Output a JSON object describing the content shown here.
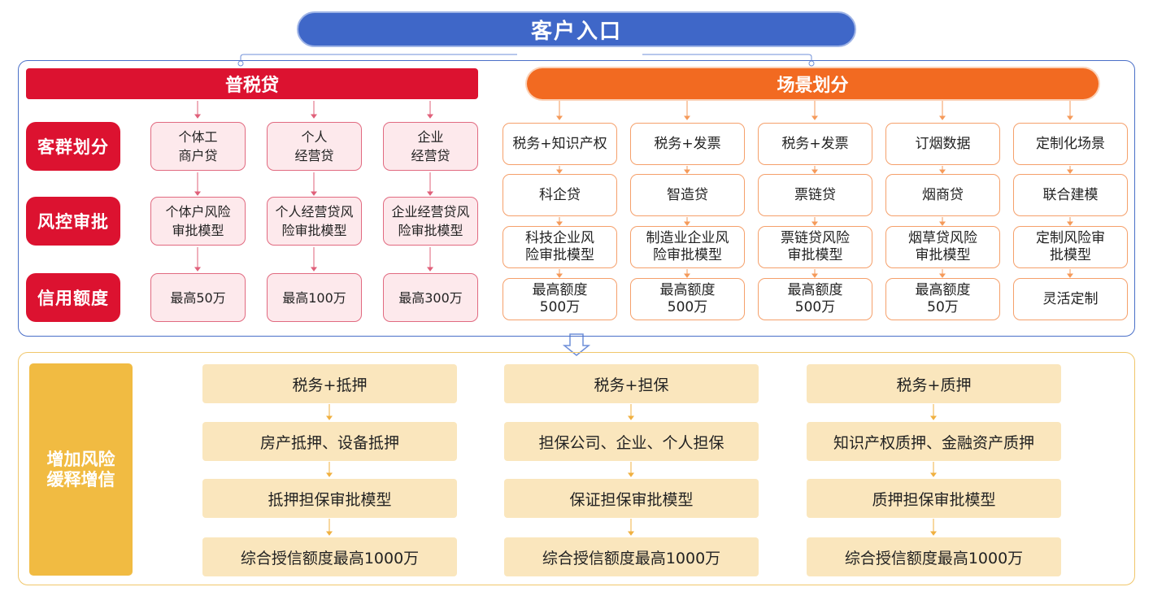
{
  "entry": {
    "title": "客户入口"
  },
  "left": {
    "title": "普税贷",
    "row_labels": [
      "客群划分",
      "风控审批",
      "信用额度"
    ],
    "columns": [
      {
        "group": "个体工\n商户贷",
        "model": "个体户风险\n审批模型",
        "limit": "最高50万"
      },
      {
        "group": "个人\n经营贷",
        "model": "个人经营贷风\n险审批模型",
        "limit": "最高100万"
      },
      {
        "group": "企业\n经营贷",
        "model": "企业经营贷风\n险审批模型",
        "limit": "最高300万"
      }
    ]
  },
  "right": {
    "title": "场景划分",
    "columns": [
      {
        "scene": "税务+知识产权",
        "product": "科企贷",
        "model": "科技企业风\n险审批模型",
        "limit": "最高额度\n500万"
      },
      {
        "scene": "税务+发票",
        "product": "智造贷",
        "model": "制造业企业风\n险审批模型",
        "limit": "最高额度\n500万"
      },
      {
        "scene": "税务+发票",
        "product": "票链贷",
        "model": "票链贷风险\n审批模型",
        "limit": "最高额度\n500万"
      },
      {
        "scene": "订烟数据",
        "product": "烟商贷",
        "model": "烟草贷风险\n审批模型",
        "limit": "最高额度\n50万"
      },
      {
        "scene": "定制化场景",
        "product": "联合建模",
        "model": "定制风险审\n批模型",
        "limit": "灵活定制"
      }
    ]
  },
  "bottom": {
    "label": "增加风险\n缓释增信",
    "columns": [
      {
        "items": [
          "税务+抵押",
          "房产抵押、设备抵押",
          "抵押担保审批模型",
          "综合授信额度最高1000万"
        ]
      },
      {
        "items": [
          "税务+担保",
          "担保公司、企业、个人担保",
          "保证担保审批模型",
          "综合授信额度最高1000万"
        ]
      },
      {
        "items": [
          "税务+质押",
          "知识产权质押、金融资产质押",
          "质押担保审批模型",
          "综合授信额度最高1000万"
        ]
      }
    ]
  },
  "colors": {
    "blue": "#3f67c8",
    "red": "#dc1230",
    "orange": "#f26a21",
    "yellow": "#f1bb42",
    "pink": "#fde9ec",
    "cream": "#fae6bd"
  }
}
